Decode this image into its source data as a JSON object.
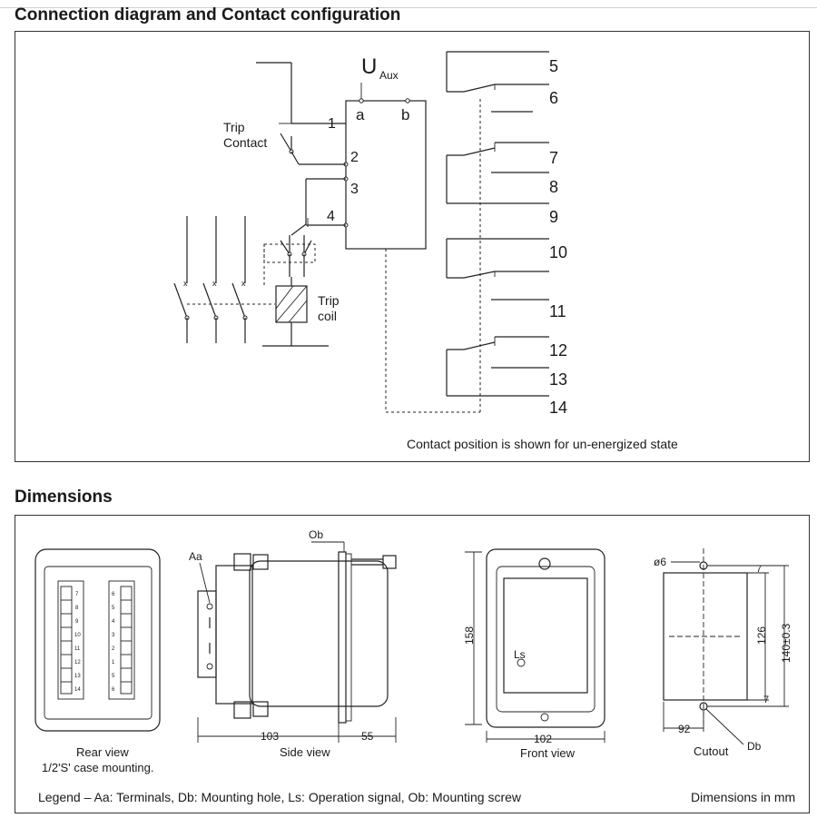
{
  "connection": {
    "title": "Connection diagram and Contact configuration",
    "uaux_main": "U",
    "uaux_sub": "Aux",
    "term_a": "a",
    "term_b": "b",
    "trip_contact": [
      "Trip",
      "Contact"
    ],
    "trip_coil": [
      "Trip",
      "coil"
    ],
    "left_terminals": [
      "1",
      "2",
      "3",
      "4"
    ],
    "contact_numbers": [
      "5",
      "6",
      "7",
      "8",
      "9",
      "10",
      "11",
      "12",
      "13",
      "14"
    ],
    "note": "Contact position is shown for un-energized state"
  },
  "dimensions": {
    "title": "Dimensions",
    "rear_caption": [
      "Rear view",
      "1/2'S' case mounting."
    ],
    "side_caption": "Side view",
    "front_caption": "Front view",
    "cutout_caption": "Cutout",
    "labels": {
      "aa": "Aa",
      "ob": "Ob",
      "ls": "Ls",
      "db": "Db",
      "d6": "ø6",
      "d103": "103",
      "d55": "55",
      "d158": "158",
      "d102": "102",
      "d92": "92",
      "d126": "126",
      "d140": "140±0.3",
      "d7a": "7",
      "d7b": "7"
    },
    "terminal_left": [
      "7",
      "8",
      "9",
      "10",
      "11",
      "12",
      "13",
      "14"
    ],
    "terminal_right": [
      "6",
      "5",
      "4",
      "3",
      "2",
      "1",
      "5",
      "6"
    ],
    "legend": "Legend – Aa: Terminals, Db: Mounting hole, Ls: Operation signal, Ob: Mounting screw",
    "units": "Dimensions in mm"
  }
}
